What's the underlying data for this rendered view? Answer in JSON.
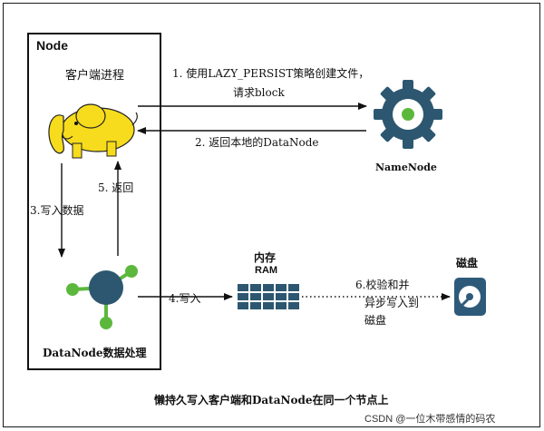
{
  "node_title": "Node",
  "client_process": "客户端进程",
  "step1_line1": "1. 使用LAZY_PERSIST策略创建文件，",
  "step1_line2": "请求block",
  "step2": "2. 返回本地的DataNode",
  "namenode": "NameNode",
  "step3": "3.写入数据",
  "step5": "5. 返回",
  "memory": "内存",
  "ram": "RAM",
  "step4": "4.写入",
  "step6_line1": "6.校验和并",
  "step6_line2": "异步写入到",
  "step6_line3": "磁盘",
  "disk": "磁盘",
  "datanode_processing": "DataNode数据处理",
  "caption": "懒持久写入客户端和DataNode在同一个节点上",
  "watermark": "CSDN @一位木带感情的码农",
  "colors": {
    "hadoop_yellow": "#f6dc1c",
    "namenode_gear": "#2d5770",
    "node_green": "#5cb83d",
    "ram_blue": "#2d5770",
    "disk_blue": "#2e5a7a"
  }
}
